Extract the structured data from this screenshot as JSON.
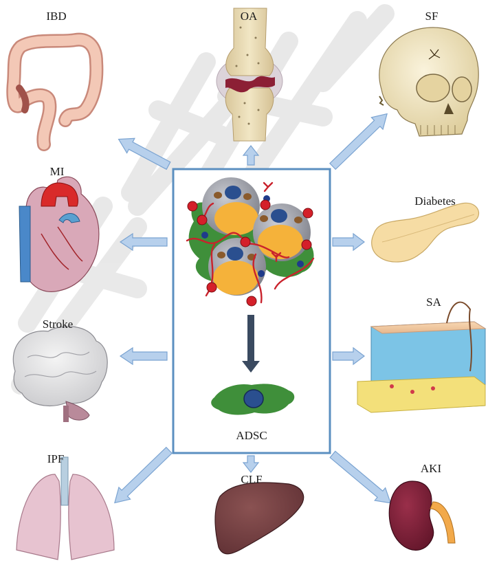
{
  "diagram": {
    "center_label": "ADSC",
    "organs": [
      {
        "key": "ibd",
        "label": "IBD"
      },
      {
        "key": "oa",
        "label": "OA"
      },
      {
        "key": "sf",
        "label": "SF"
      },
      {
        "key": "mi",
        "label": "MI"
      },
      {
        "key": "diabetes",
        "label": "Diabetes"
      },
      {
        "key": "stroke",
        "label": "Stroke"
      },
      {
        "key": "sa",
        "label": "SA"
      },
      {
        "key": "ipf",
        "label": "IPF"
      },
      {
        "key": "clf",
        "label": "CLF"
      },
      {
        "key": "aki",
        "label": "AKI"
      }
    ]
  },
  "colors": {
    "box_border": "#5b8fc0",
    "arrow_fill": "#b7d0ec",
    "arrow_edge": "#7aa3d1",
    "cell_green": "#3f8f3a",
    "nucleus_blue": "#2a4f8f",
    "lipid_orange": "#f5b23a",
    "red_dot": "#d4202a",
    "dark_arrow": "#3a4a60",
    "watermark": "#bfbfbf"
  }
}
